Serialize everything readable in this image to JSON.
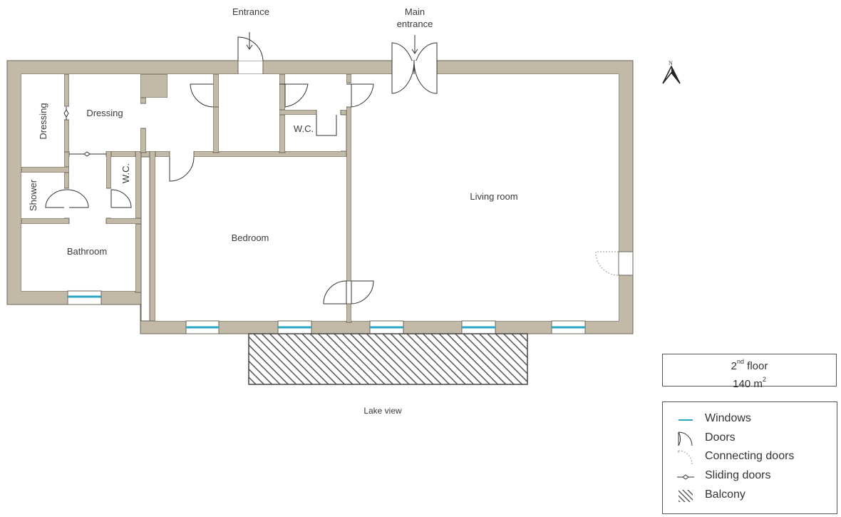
{
  "labels": {
    "entrance": "Entrance",
    "main_entrance_line1": "Main",
    "main_entrance_line2": "entrance",
    "dressing_left": "Dressing",
    "dressing": "Dressing",
    "wc_top": "W.C.",
    "wc_side": "W.C.",
    "shower": "Shower",
    "bathroom": "Bathroom",
    "bedroom": "Bedroom",
    "living_room": "Living room",
    "lake_view": "Lake view",
    "north": "N"
  },
  "floor_info": {
    "level_number": "2",
    "level_suffix": "nd",
    "level_word": " floor",
    "area_value": "140 m",
    "area_exp": "2"
  },
  "legend": {
    "items": [
      {
        "label": "Windows",
        "icon": "window-line-icon"
      },
      {
        "label": "Doors",
        "icon": "door-swing-icon"
      },
      {
        "label": "Connecting doors",
        "icon": "connecting-door-icon"
      },
      {
        "label": "Sliding doors",
        "icon": "sliding-door-icon"
      },
      {
        "label": "Balcony",
        "icon": "balcony-hatch-icon"
      }
    ]
  },
  "colors": {
    "wall": "#c2b9a7",
    "wall_outline": "#6b6458",
    "window": "#2aa6c4",
    "balcony_hatch": "#555555"
  }
}
